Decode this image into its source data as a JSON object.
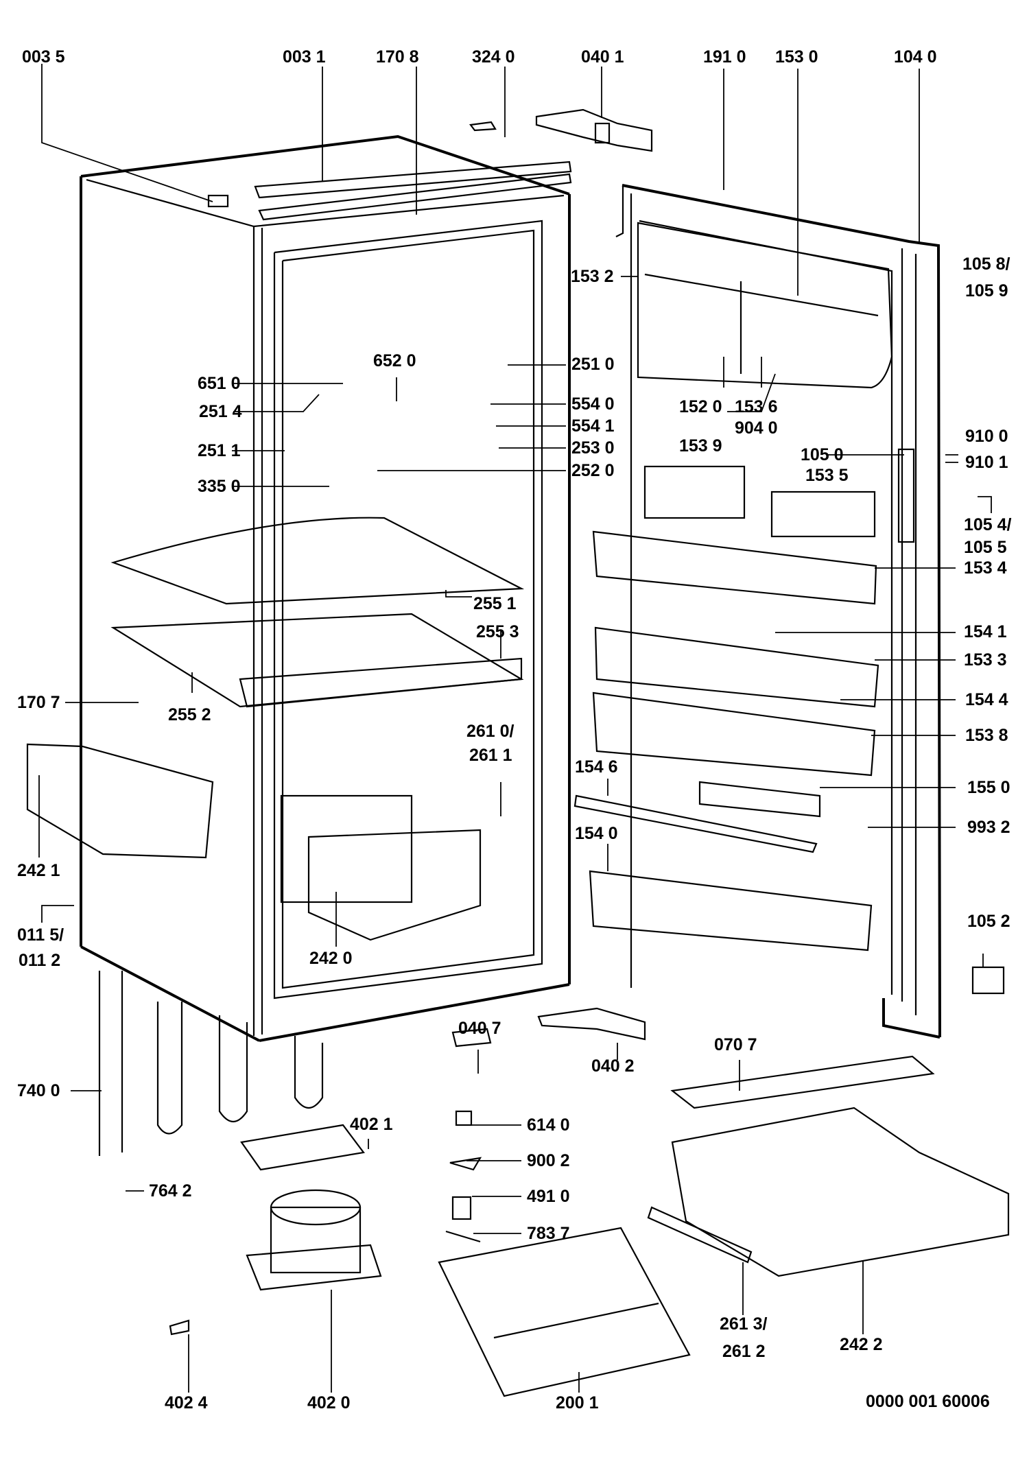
{
  "diagram": {
    "title": "Refrigerator exploded parts diagram",
    "drawing_number": "0000 001 60006",
    "callouts": [
      {
        "id": "c0035",
        "text": "003 5"
      },
      {
        "id": "c0031",
        "text": "003 1"
      },
      {
        "id": "c1708",
        "text": "170 8"
      },
      {
        "id": "c3240",
        "text": "324 0"
      },
      {
        "id": "c0401",
        "text": "040 1"
      },
      {
        "id": "c1910",
        "text": "191 0"
      },
      {
        "id": "c1530",
        "text": "153 0"
      },
      {
        "id": "c1040",
        "text": "104 0"
      },
      {
        "id": "c1532",
        "text": "153 2"
      },
      {
        "id": "c1058",
        "text": "105 8/"
      },
      {
        "id": "c1059",
        "text": "105 9"
      },
      {
        "id": "c6520",
        "text": "652 0"
      },
      {
        "id": "c2510",
        "text": "251 0"
      },
      {
        "id": "c6510",
        "text": "651 0"
      },
      {
        "id": "c2514",
        "text": "251 4"
      },
      {
        "id": "c5540",
        "text": "554 0"
      },
      {
        "id": "c5541",
        "text": "554 1"
      },
      {
        "id": "c2530",
        "text": "253 0"
      },
      {
        "id": "c2511",
        "text": "251 1"
      },
      {
        "id": "c2520",
        "text": "252 0"
      },
      {
        "id": "c3350",
        "text": "335 0"
      },
      {
        "id": "c1520",
        "text": "152 0"
      },
      {
        "id": "c1536",
        "text": "153 6"
      },
      {
        "id": "c9040",
        "text": "904 0"
      },
      {
        "id": "c1539",
        "text": "153 9"
      },
      {
        "id": "c1050",
        "text": "105 0"
      },
      {
        "id": "c1535",
        "text": "153 5"
      },
      {
        "id": "c9100",
        "text": "910 0"
      },
      {
        "id": "c9101",
        "text": "910 1"
      },
      {
        "id": "c1054",
        "text": "105 4/"
      },
      {
        "id": "c1055",
        "text": "105 5"
      },
      {
        "id": "c1534",
        "text": "153 4"
      },
      {
        "id": "c2551",
        "text": "255 1"
      },
      {
        "id": "c2553",
        "text": "255 3"
      },
      {
        "id": "c1541",
        "text": "154 1"
      },
      {
        "id": "c1533",
        "text": "153 3"
      },
      {
        "id": "c1707",
        "text": "170 7"
      },
      {
        "id": "c2552",
        "text": "255 2"
      },
      {
        "id": "c1544",
        "text": "154 4"
      },
      {
        "id": "c1538",
        "text": "153 8"
      },
      {
        "id": "c2610",
        "text": "261 0/"
      },
      {
        "id": "c2611",
        "text": "261 1"
      },
      {
        "id": "c1546",
        "text": "154 6"
      },
      {
        "id": "c1550",
        "text": "155 0"
      },
      {
        "id": "c9932",
        "text": "993 2"
      },
      {
        "id": "c1540",
        "text": "154 0"
      },
      {
        "id": "c2421",
        "text": "242 1"
      },
      {
        "id": "c0115",
        "text": "011 5/"
      },
      {
        "id": "c0112",
        "text": "011 2"
      },
      {
        "id": "c2420",
        "text": "242 0"
      },
      {
        "id": "c1052",
        "text": "105 2"
      },
      {
        "id": "c0407",
        "text": "040 7"
      },
      {
        "id": "c0402",
        "text": "040 2"
      },
      {
        "id": "c0707",
        "text": "070 7"
      },
      {
        "id": "c7400",
        "text": "740 0"
      },
      {
        "id": "c4021",
        "text": "402 1"
      },
      {
        "id": "c6140",
        "text": "614 0"
      },
      {
        "id": "c9002",
        "text": "900 2"
      },
      {
        "id": "c7642",
        "text": "764 2"
      },
      {
        "id": "c4910",
        "text": "491 0"
      },
      {
        "id": "c7837",
        "text": "783 7"
      },
      {
        "id": "c2613",
        "text": "261 3/"
      },
      {
        "id": "c2612",
        "text": "261 2"
      },
      {
        "id": "c2422",
        "text": "242 2"
      },
      {
        "id": "c4024",
        "text": "402 4"
      },
      {
        "id": "c4020",
        "text": "402 0"
      },
      {
        "id": "c2001",
        "text": "200 1"
      }
    ]
  }
}
